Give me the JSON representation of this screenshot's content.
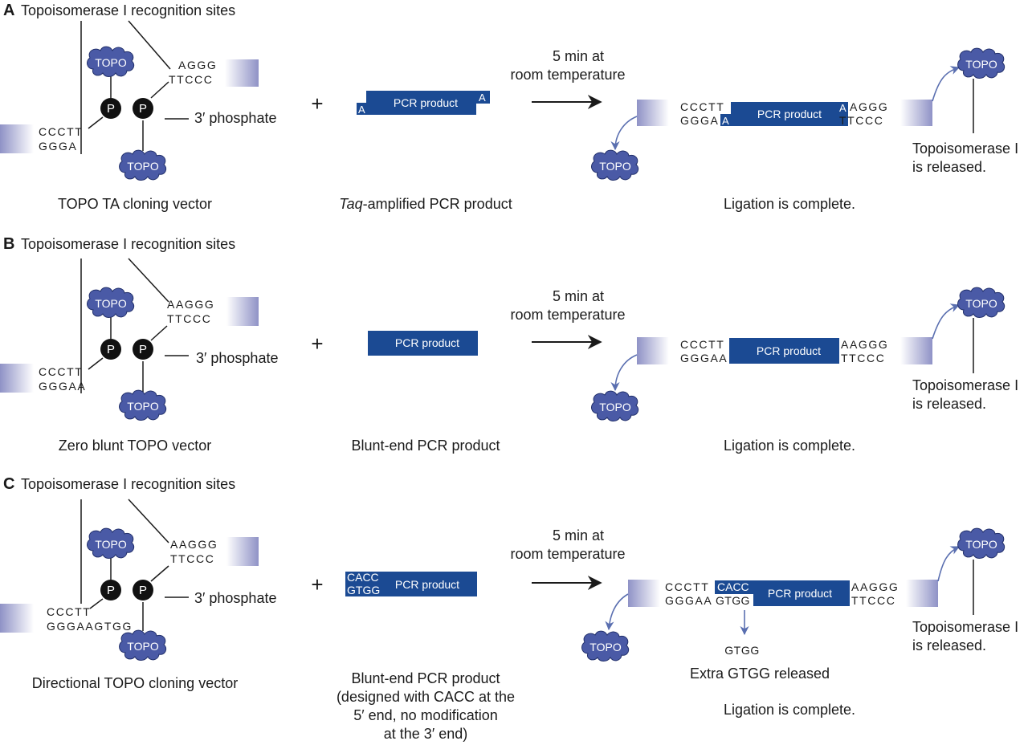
{
  "labels": {
    "recognition": "Topoisomerase I recognition sites",
    "phosphate": "3′ phosphate",
    "plus": "+",
    "time_1": "5 min at",
    "time_2": "room temperature",
    "pcr_product": "PCR product",
    "a_base": "A",
    "topo": "TOPO",
    "p": "P",
    "released_1": "Topoisomerase I",
    "released_2": "is released.",
    "ligation": "Ligation is complete."
  },
  "panels": {
    "a": {
      "letter": "A",
      "vector_name": "TOPO TA cloning vector",
      "product_italic": "Taq",
      "product_rest": "-amplified PCR product",
      "seq_top_right": "AGGG",
      "seq_bot_right": "TTCCC",
      "seq_top_left": "CCCTT",
      "seq_bot_left": "GGGA",
      "lig_left_top": "CCCTT",
      "lig_left_bot": "GGGA",
      "lig_right_top": "AGGG",
      "lig_right_bot": "TTCCC"
    },
    "b": {
      "letter": "B",
      "vector_name": "Zero blunt TOPO vector",
      "product_name": "Blunt-end PCR product",
      "seq_top_right": "AAGGG",
      "seq_bot_right": "TTCCC",
      "seq_top_left": "CCCTT",
      "seq_bot_left": "GGGAA",
      "lig_left_top": "CCCTT",
      "lig_left_bot": "GGGAA",
      "lig_right_top": "AAGGG",
      "lig_right_bot": "TTCCC"
    },
    "c": {
      "letter": "C",
      "vector_name": "Directional TOPO cloning vector",
      "product_1": "Blunt-end PCR product",
      "product_2": "(designed with CACC at the",
      "product_3": "5′ end, no modification",
      "product_4": "at the 3′ end)",
      "cacc": "CACC",
      "gtgg": "GTGG",
      "seq_top_right": "AAGGG",
      "seq_bot_right": "TTCCC",
      "seq_top_left": "CCCTT",
      "seq_bot_left": "GGGAAGTGG",
      "lig_left_top": "CCCTT",
      "lig_left_bot": "GGGAA",
      "lig_right_top": "AAGGG",
      "lig_right_bot": "TTCCC",
      "released_seq": "GTGG",
      "extra_released": "Extra GTGG released"
    }
  },
  "colors": {
    "pcr_blue": "#1b4a93",
    "topo_fill": "#4a5aa6",
    "vector_fill": "#9a9ccb",
    "arrow_blue": "#5a6fb0"
  }
}
